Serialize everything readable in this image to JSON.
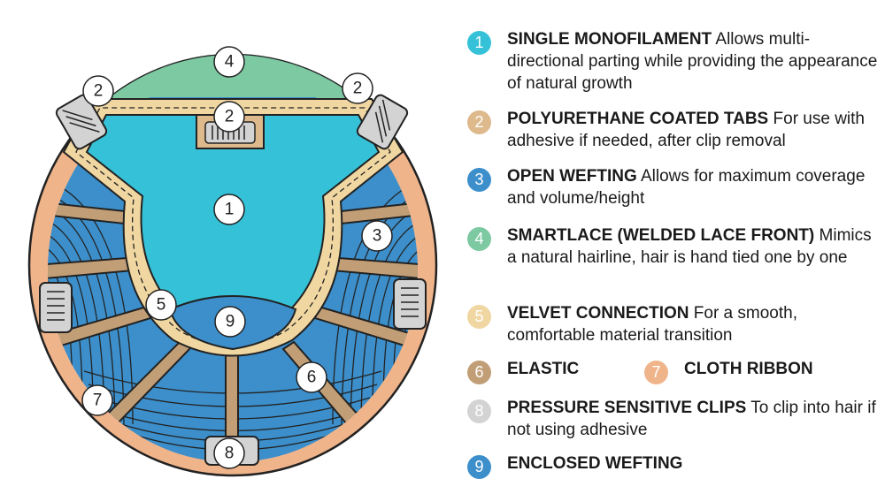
{
  "colors": {
    "monofilament": "#35c2d8",
    "tabs": "#ddb98c",
    "wefting": "#3c8fcb",
    "smartlace": "#7cc9a2",
    "velvet": "#f0d7a2",
    "elastic": "#c19e76",
    "ribbon": "#f0b48b",
    "clips": "#d3d3d3",
    "enclosed": "#3c8fcb"
  },
  "legend": [
    {
      "num": "1",
      "title": "SINGLE MONOFILAMENT",
      "desc": "Allows multi-directional parting while providing the appearance of natural growth",
      "color": "#35c2d8"
    },
    {
      "num": "2",
      "title": "POLYURETHANE COATED TABS",
      "desc": "For use with adhesive if needed, after clip removal",
      "color": "#ddb98c"
    },
    {
      "num": "3",
      "title": "OPEN WEFTING",
      "desc": "Allows for maximum coverage and volume/height",
      "color": "#3c8fcb"
    },
    {
      "num": "4",
      "title": "SMARTLACE (WELDED LACE FRONT)",
      "desc": "Mimics a natural hairline, hair is hand tied one by one",
      "color": "#7cc9a2"
    },
    {
      "num": "5",
      "title": "VELVET CONNECTION",
      "desc": "For a smooth, comfortable material transition",
      "color": "#f0d7a2"
    },
    {
      "num": "6",
      "title": "ELASTIC",
      "desc": "",
      "color": "#c19e76"
    },
    {
      "num": "7",
      "title": "CLOTH RIBBON",
      "desc": "",
      "color": "#f0b48b"
    },
    {
      "num": "8",
      "title": "PRESSURE SENSITIVE CLIPS",
      "desc": "To clip into hair if not using adhesive",
      "color": "#d3d3d3"
    },
    {
      "num": "9",
      "title": "ENCLOSED WEFTING",
      "desc": "",
      "color": "#3c8fcb"
    }
  ],
  "callouts": {
    "c4": "4",
    "c2_left": "2",
    "c2_center": "2",
    "c2_right": "2",
    "c1": "1",
    "c3": "3",
    "c5": "5",
    "c9": "9",
    "c6": "6",
    "c7": "7",
    "c8": "8"
  }
}
